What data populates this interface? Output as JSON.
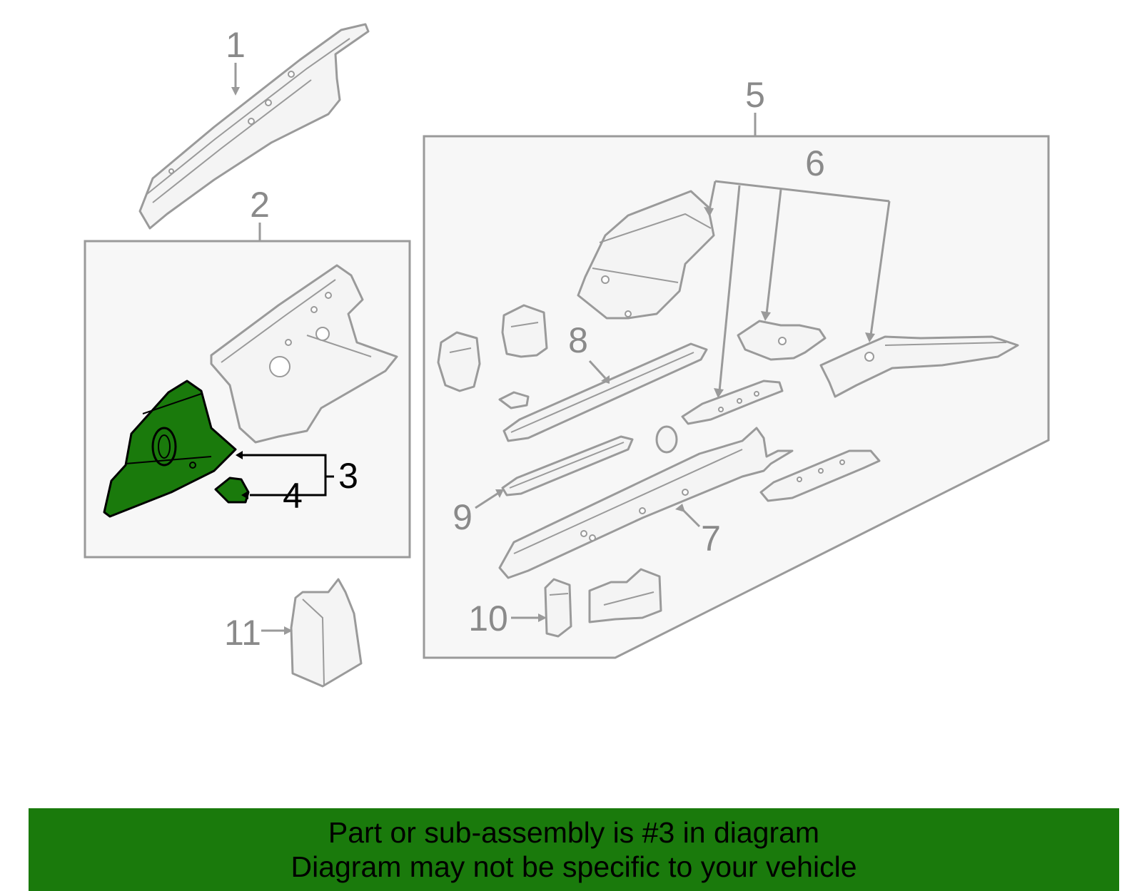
{
  "callouts": {
    "c1": "1",
    "c2": "2",
    "c3": "3",
    "c4": "4",
    "c5": "5",
    "c6": "6",
    "c7": "7",
    "c8": "8",
    "c9": "9",
    "c10": "10",
    "c11": "11"
  },
  "highlight": {
    "part_number": "3",
    "color": "#1a7a0c"
  },
  "banner": {
    "line1": "Part or sub-assembly is #3 in diagram",
    "line2": "Diagram may not be specific to your vehicle",
    "background": "#1a7a0c"
  }
}
